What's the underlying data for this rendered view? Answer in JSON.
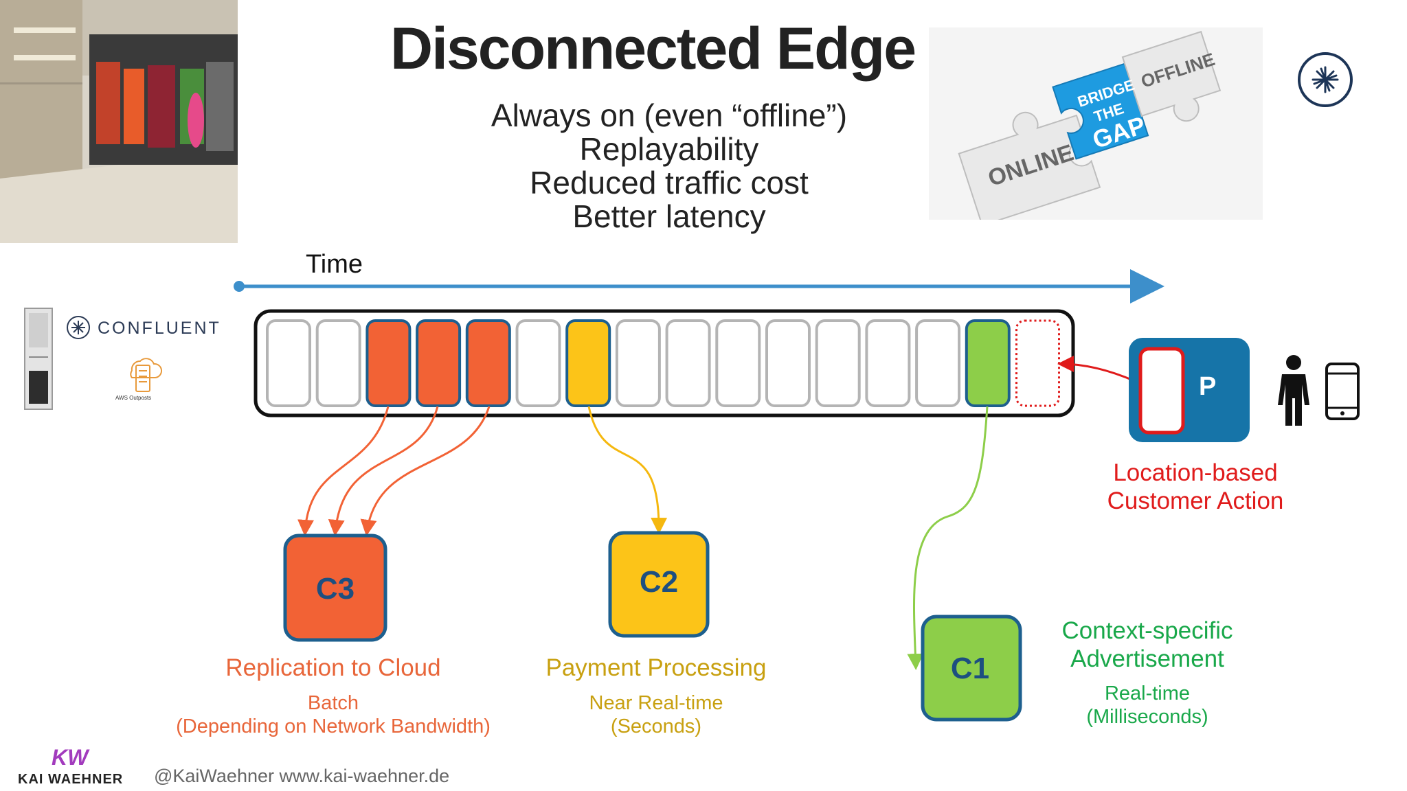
{
  "title": "Disconnected Edge",
  "bullets": [
    "Always on (even “offline”)",
    "Replayability",
    "Reduced traffic cost",
    "Better latency"
  ],
  "timeline": {
    "label": "Time"
  },
  "log": {
    "cells": [
      "empty",
      "empty",
      "orange",
      "orange",
      "orange",
      "empty",
      "yellow",
      "empty",
      "empty",
      "empty",
      "empty",
      "empty",
      "empty",
      "empty",
      "green",
      "new"
    ]
  },
  "producer": {
    "label": "P",
    "caption_line1": "Location-based",
    "caption_line2": "Customer Action"
  },
  "consumers": [
    {
      "id": "C3",
      "title": "Replication to Cloud",
      "sub1": "Batch",
      "sub2": "(Depending on Network Bandwidth)"
    },
    {
      "id": "C2",
      "title": "Payment Processing",
      "sub1": "Near Real-time",
      "sub2": "(Seconds)"
    },
    {
      "id": "C1",
      "title1": "Context-specific",
      "title2": "Advertisement",
      "sub1": "Real-time",
      "sub2": "(Milliseconds)"
    }
  ],
  "puzzle": {
    "left": "ONLINE",
    "middle1": "BRIDGE",
    "middle2": "THE",
    "middle3": "GAP",
    "right": "OFFLINE"
  },
  "logos": {
    "confluent": "CONFLUENT",
    "aws": "AWS Outposts",
    "kw_mark": "KW",
    "kw_name": "KAI WAEHNER"
  },
  "footer": {
    "handle": "@KaiWaehner www.kai-waehner.de"
  },
  "colors": {
    "orange": "#f26235",
    "yellow": "#fcc418",
    "green": "#8dce49",
    "blue": "#1674a8",
    "red": "#e01b1b",
    "arrow": "#3d8fcb"
  },
  "icons": [
    "mall-photo",
    "server-rack-icon",
    "confluent-logo-icon",
    "aws-outposts-icon",
    "puzzle-image",
    "confluent-circle-icon",
    "person-icon",
    "smartphone-icon"
  ]
}
